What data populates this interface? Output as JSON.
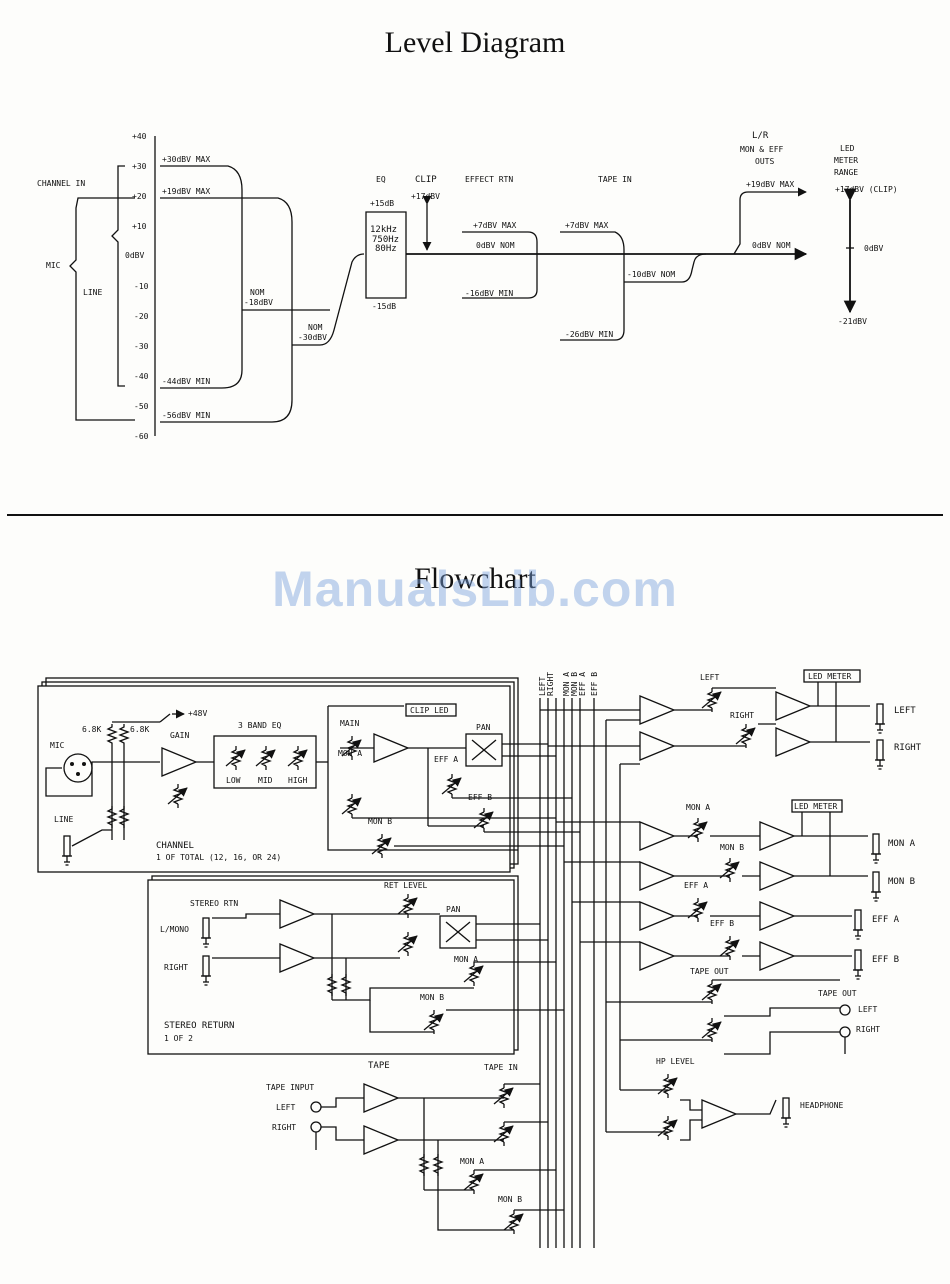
{
  "level_diagram": {
    "title": "Level Diagram",
    "scale": [
      "+40",
      "+30",
      "+20",
      "+10",
      "0dBV",
      "-10",
      "-20",
      "-30",
      "-40",
      "-50",
      "-60"
    ],
    "channel_in": "CHANNEL IN",
    "mic": "MIC",
    "line": "LINE",
    "ch_max1": "+30dBV MAX",
    "ch_max2": "+19dBV MAX",
    "ch_min1": "-44dBV MIN",
    "ch_min2": "-56dBV MIN",
    "nom1": "NOM",
    "nom1_val": "-18dBV",
    "nom2": "NOM",
    "nom2_val": "-30dBV",
    "eq": "EQ",
    "eq_plus": "+15dB",
    "eq_minus": "-15dB",
    "eq_freqs": [
      "12kHz",
      "750Hz",
      "80Hz"
    ],
    "clip": "CLIP",
    "clip_val": "+17dBV",
    "effect_rtn": "EFFECT RTN",
    "eff_max": "+7dBV MAX",
    "eff_nom": "0dBV NOM",
    "eff_min": "-16dBV MIN",
    "tape_in": "TAPE IN",
    "tape_max": "+7dBV MAX",
    "tape_nom": "-10dBV NOM",
    "tape_min": "-26dBV MIN",
    "outs": [
      "L/R",
      "MON & EFF",
      "OUTS"
    ],
    "outs_max": "+19dBV MAX",
    "outs_nom": "0dBV NOM",
    "led": [
      "LED",
      "METER",
      "RANGE"
    ],
    "led_top": "+17dBV (CLIP)",
    "led_mid": "0dBV",
    "led_bot": "-21dBV"
  },
  "flowchart": {
    "title": "Flowchart",
    "watermark": "ManualsLib.com",
    "bus_labels": [
      "LEFT",
      "RIGHT",
      "MON A",
      "MON B",
      "EFF A",
      "EFF B"
    ],
    "channel": {
      "mic": "MIC",
      "line": "LINE",
      "r1": "6.8K",
      "r2": "6.8K",
      "phantom": "+48V",
      "gain": "GAIN",
      "eq": "3 BAND EQ",
      "eq_bands": [
        "LOW",
        "MID",
        "HIGH"
      ],
      "main": "MAIN",
      "clip_led": "CLIP LED",
      "pan": "PAN",
      "eff_a": "EFF A",
      "eff_b": "EFF B",
      "mon_a": "MON A",
      "mon_b": "MON B",
      "label": "CHANNEL",
      "sub": "1 OF TOTAL (12, 16, OR 24)"
    },
    "stereo_return": {
      "stereo_rtn": "STEREO RTN",
      "l_mono": "L/MONO",
      "right": "RIGHT",
      "ret_level": "RET LEVEL",
      "pan": "PAN",
      "mon_a": "MON A",
      "mon_b": "MON B",
      "label": "STEREO RETURN",
      "sub": "1 OF 2"
    },
    "tape": {
      "tape": "TAPE",
      "tape_input": "TAPE INPUT",
      "left": "LEFT",
      "right": "RIGHT",
      "tape_in": "TAPE IN",
      "mon_a": "MON A",
      "mon_b": "MON B"
    },
    "outputs": {
      "left_knob": "LEFT",
      "right_knob": "RIGHT",
      "led_meter1": "LED METER",
      "out_left": "LEFT",
      "out_right": "RIGHT",
      "mon_a_knob": "MON A",
      "mon_b_knob": "MON B",
      "led_meter2": "LED METER",
      "out_mon_a": "MON A",
      "out_mon_b": "MON B",
      "eff_a_knob": "EFF A",
      "eff_b_knob": "EFF B",
      "out_eff_a": "EFF A",
      "out_eff_b": "EFF B",
      "tape_out_knob": "TAPE OUT",
      "tape_out": "TAPE OUT",
      "tape_out_left": "LEFT",
      "tape_out_right": "RIGHT",
      "hp_level": "HP LEVEL",
      "headphone": "HEADPHONE"
    }
  }
}
